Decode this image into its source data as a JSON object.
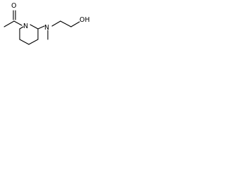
{
  "molecule": {
    "atoms": {
      "carbonyl_oxygen": "O",
      "ring_nitrogen": "N",
      "amine_nitrogen": "N",
      "hydroxyl": "OH"
    },
    "colors": {
      "ink": "#000000",
      "background": "#ffffff"
    }
  }
}
